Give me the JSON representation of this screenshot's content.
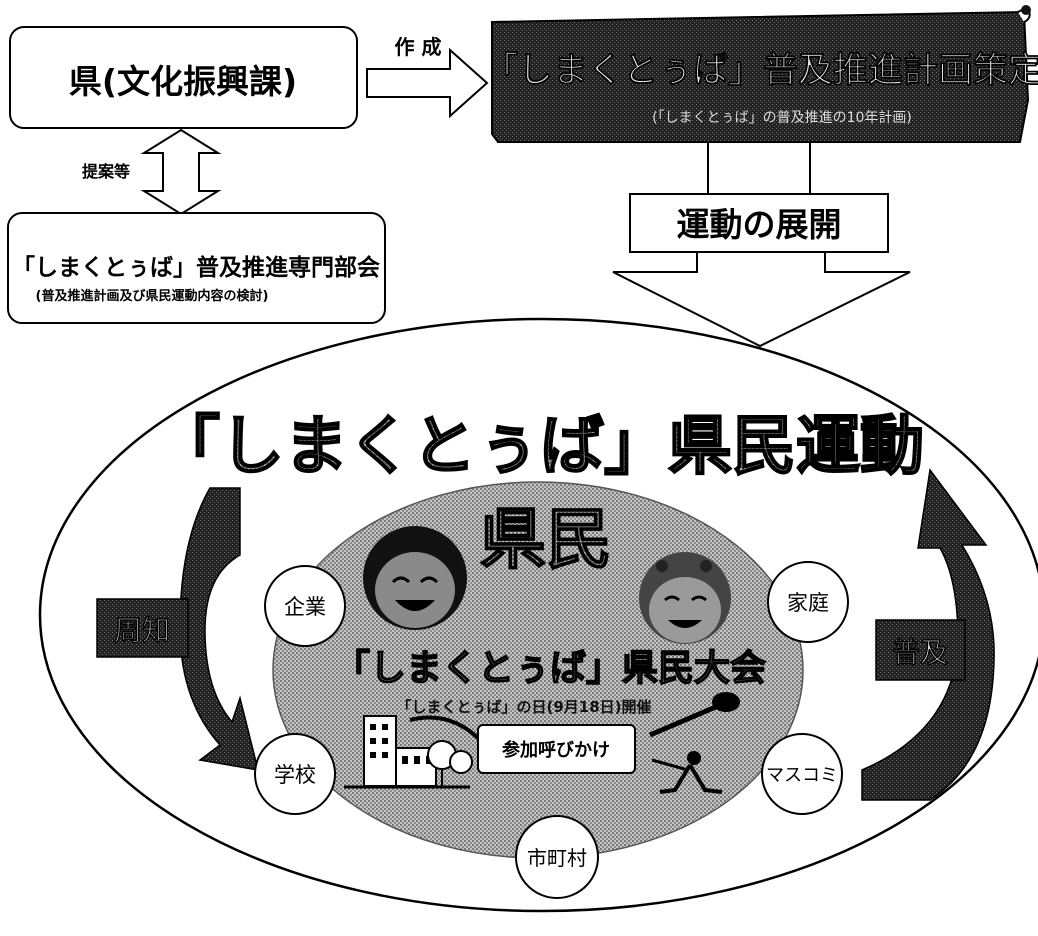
{
  "prefecture_box": {
    "label": "県(文化振興課)"
  },
  "create_arrow": {
    "label": "作 成"
  },
  "plan_banner": {
    "title": "「しまくとぅば」普及推進計画策定",
    "subtitle": "(「しまくとぅば」の普及推進の10年計画)"
  },
  "proposal_arrow": {
    "label": "提案等"
  },
  "committee_box": {
    "title": "「しまくとぅば」普及推進専門部会",
    "subtitle": "(普及推進計画及び県民運動内容の検討)"
  },
  "movement_box": {
    "label": "運動の展開"
  },
  "campaign": {
    "title": "「しまくとぅば」県民運動",
    "citizens": "県民",
    "convention": "「しまくとぅば」県民大会",
    "convention_note": "「しまくとぅば」の日(9月18日)開催",
    "call_box": "参加呼びかけ"
  },
  "left_cycle": {
    "label": "周知"
  },
  "right_cycle": {
    "label": "普及"
  },
  "stakeholders": {
    "companies": "企業",
    "families": "家庭",
    "schools": "学校",
    "media": "マスコミ",
    "municipalities": "市町村"
  },
  "icons": [
    "smiling-face-icon",
    "elder-face-icon",
    "city-buildings-icon",
    "dancer-icon"
  ],
  "colors": {
    "dark": "#111111",
    "gray": "#9a9a9a",
    "white": "#ffffff"
  }
}
